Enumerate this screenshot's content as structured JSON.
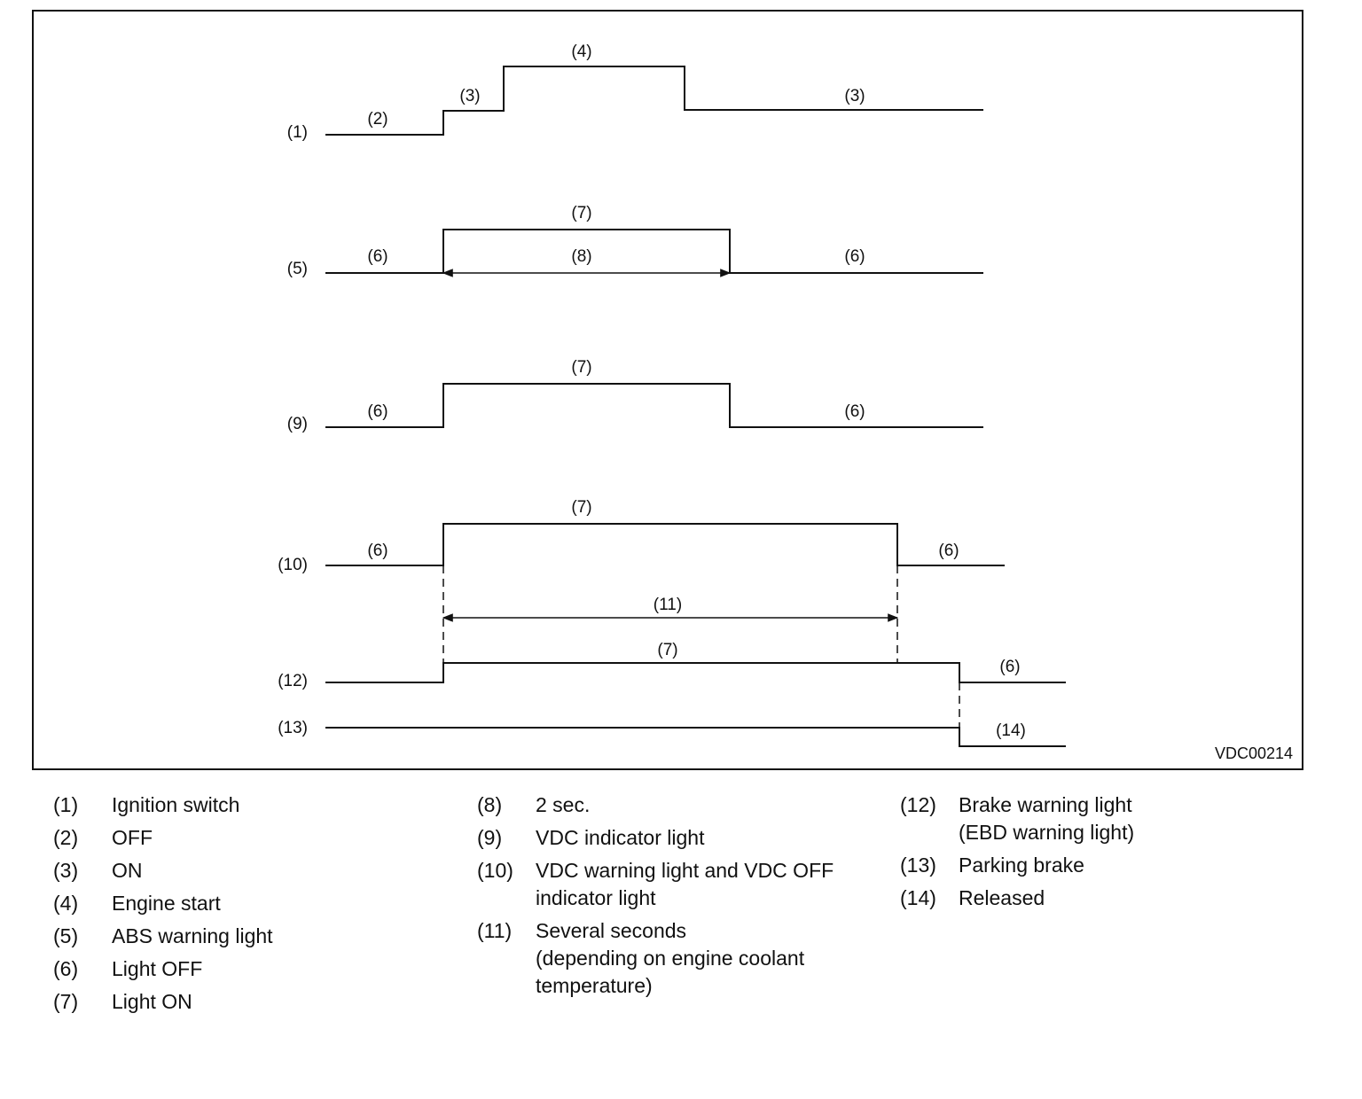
{
  "figure_id": "VDC00214",
  "signal_labels": [
    "(1)",
    "(5)",
    "(9)",
    "(10)",
    "(12)",
    "(13)"
  ],
  "state_labels": {
    "ign_off": "(2)",
    "ign_on_a": "(3)",
    "ign_start": "(4)",
    "ign_on_b": "(3)",
    "abs_off_a": "(6)",
    "abs_on": "(7)",
    "abs_time": "(8)",
    "abs_off_b": "(6)",
    "vdci_off_a": "(6)",
    "vdci_on": "(7)",
    "vdci_off_b": "(6)",
    "vdcw_off_a": "(6)",
    "vdcw_on": "(7)",
    "vdcw_off_b": "(6)",
    "vdcw_time": "(11)",
    "brake_on": "(7)",
    "brake_off": "(6)",
    "park_released": "(14)"
  },
  "legend": {
    "col1": [
      {
        "num": "(1)",
        "text": "Ignition switch"
      },
      {
        "num": "(2)",
        "text": "OFF"
      },
      {
        "num": "(3)",
        "text": "ON"
      },
      {
        "num": "(4)",
        "text": "Engine start"
      },
      {
        "num": "(5)",
        "text": "ABS warning light"
      },
      {
        "num": "(6)",
        "text": "Light OFF"
      },
      {
        "num": "(7)",
        "text": "Light ON"
      }
    ],
    "col2": [
      {
        "num": "(8)",
        "text": "2 sec."
      },
      {
        "num": "(9)",
        "text": "VDC indicator light"
      },
      {
        "num": "(10)",
        "text": "VDC warning light and VDC OFF\nindicator light"
      },
      {
        "num": "(11)",
        "text": "Several seconds\n(depending on engine coolant\ntemperature)"
      }
    ],
    "col3": [
      {
        "num": "(12)",
        "text": "Brake warning light\n(EBD warning light)"
      },
      {
        "num": "(13)",
        "text": "Parking brake"
      },
      {
        "num": "(14)",
        "text": "Released"
      }
    ]
  }
}
